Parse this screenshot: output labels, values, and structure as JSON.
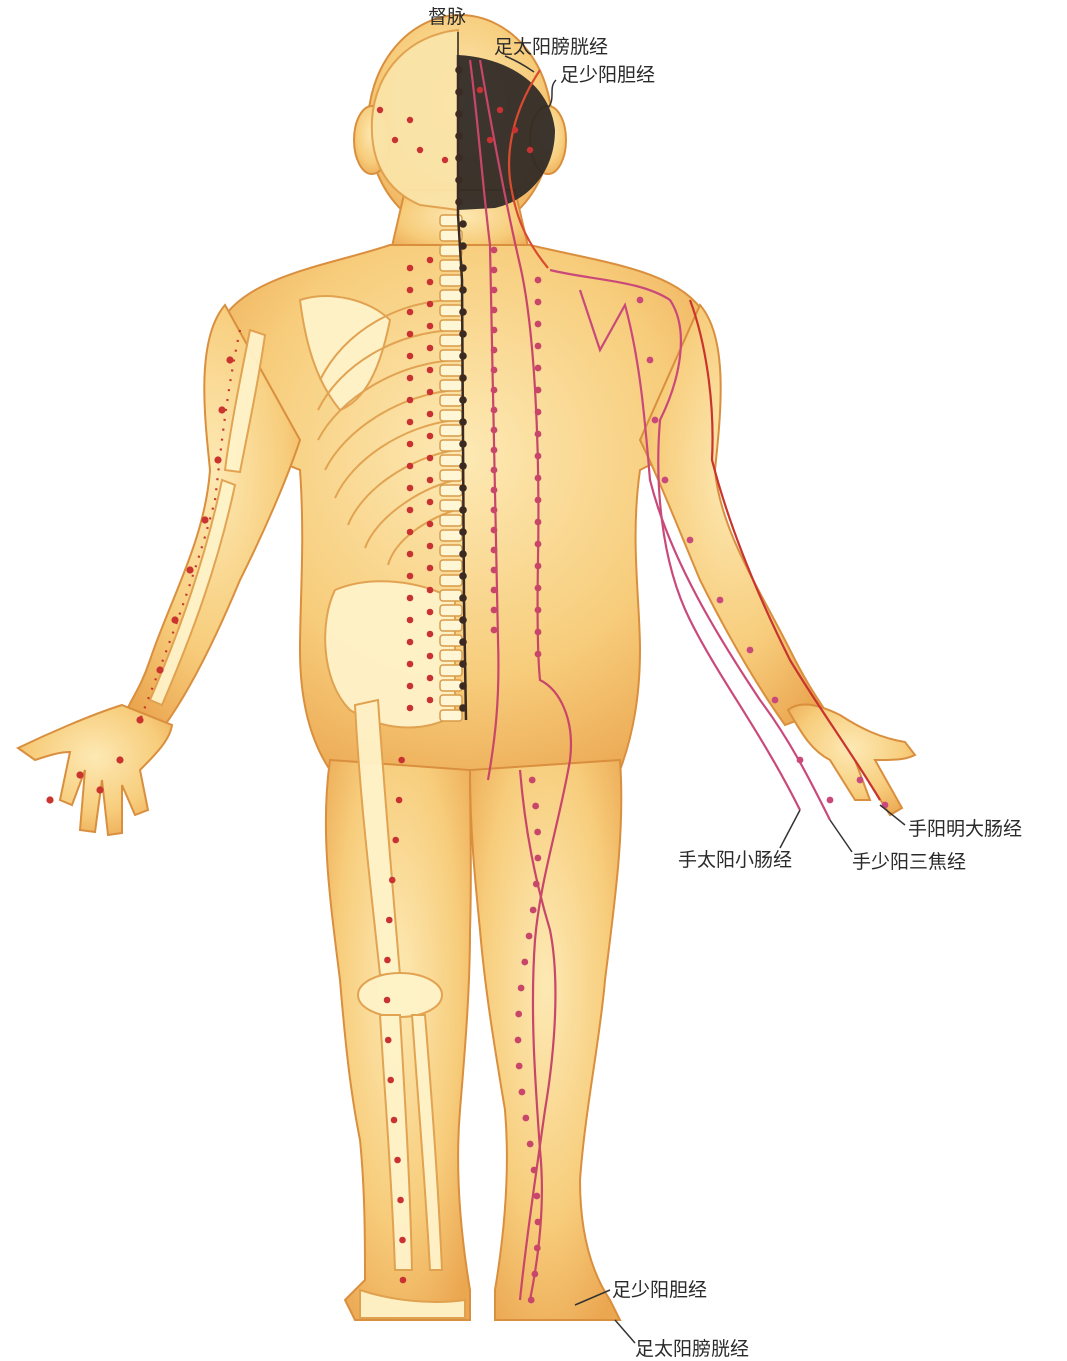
{
  "colors": {
    "skin_light": "#fbe3a6",
    "skin_mid": "#f6c873",
    "skin_shadow": "#e9a34e",
    "bone": "#fff3c9",
    "hair": "#2b2624",
    "governor_vessel": "#3a2a22",
    "bladder_meridian": "#c8466a",
    "gallbladder_meridian": "#d94b2f",
    "large_intestine_meridian": "#c9342e",
    "triple_burner_meridian": "#c94a7a",
    "acupoint_red": "#c83232",
    "label_text": "#2a2a2a",
    "leader_line": "#333333"
  },
  "labels": {
    "governor_vessel": "督脉",
    "bladder_top": "足太阳膀胱经",
    "gallbladder_top": "足少阳胆经",
    "large_intestine": "手阳明大肠经",
    "small_intestine": "手太阳小肠经",
    "triple_burner": "手少阳三焦经",
    "gallbladder_foot": "足少阳胆经",
    "bladder_foot": "足太阳膀胱经"
  },
  "icons": {
    "figure": "human-back-acupuncture-figure"
  }
}
